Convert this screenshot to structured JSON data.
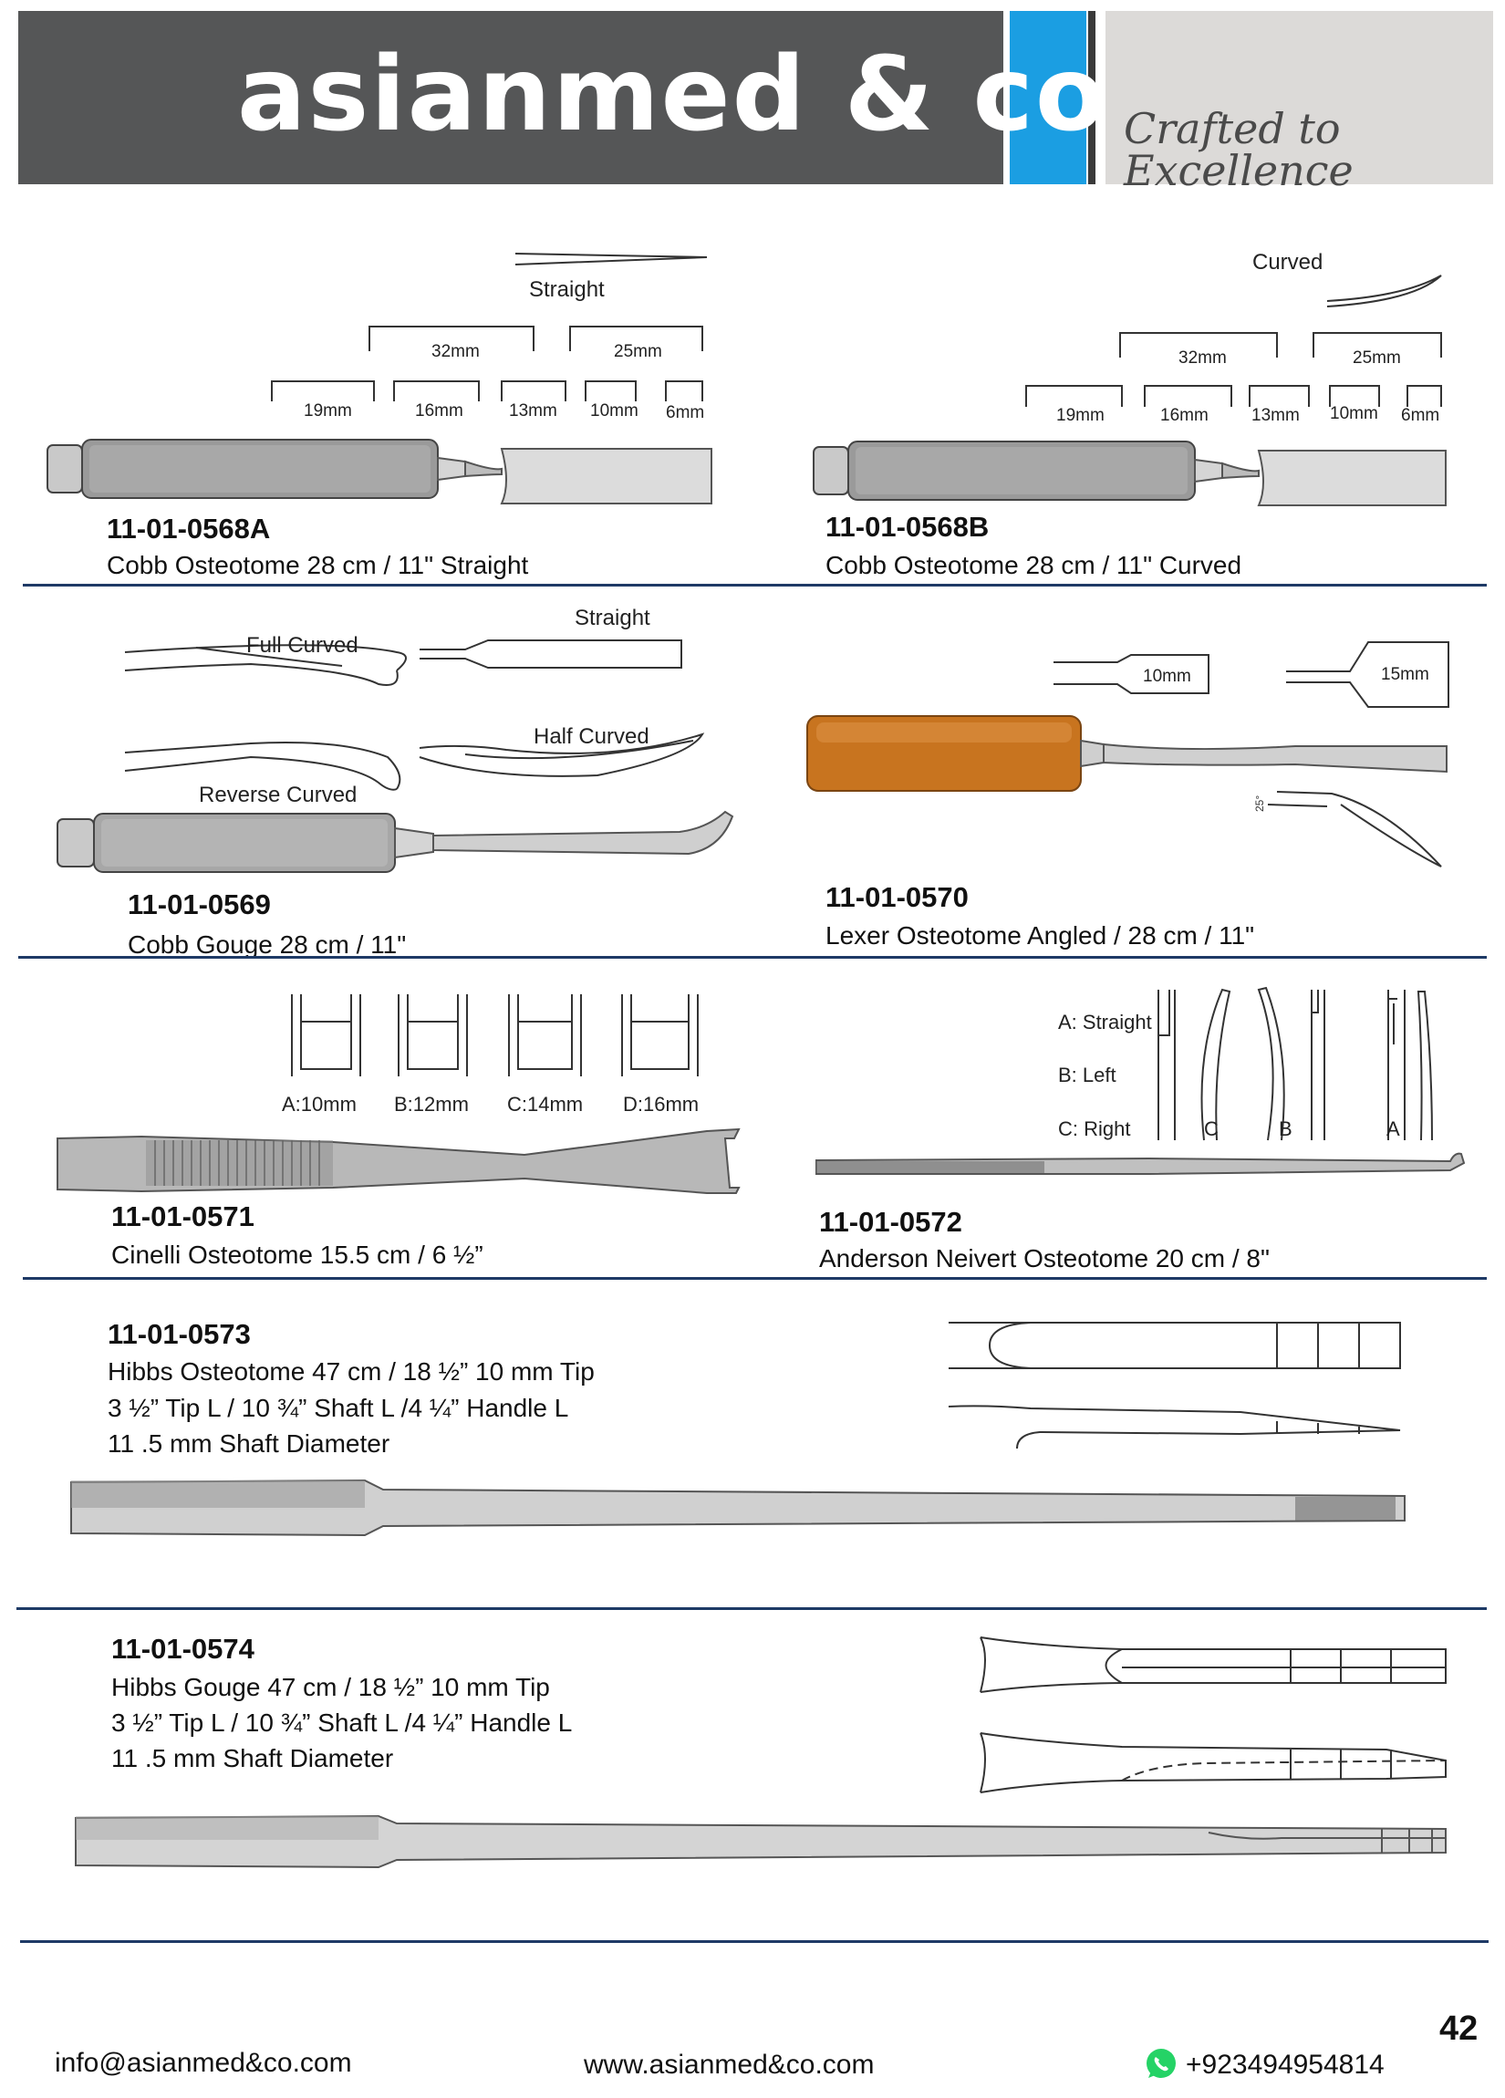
{
  "header": {
    "brand": "asianmed & co",
    "tagline": "Crafted to Excellence"
  },
  "products": [
    {
      "code": "11-01-0568A",
      "desc": "Cobb Osteotome 28 cm / 11\" Straight",
      "labels": [
        "Straight",
        "32mm",
        "25mm",
        "19mm",
        "16mm",
        "13mm",
        "10mm",
        "6mm"
      ]
    },
    {
      "code": "11-01-0568B",
      "desc": "Cobb Osteotome 28 cm / 11\" Curved",
      "labels": [
        "Curved",
        "32mm",
        "25mm",
        "19mm",
        "16mm",
        "13mm",
        "10mm",
        "6mm"
      ]
    },
    {
      "code": "11-01-0569",
      "desc": "Cobb Gouge 28 cm / 11\"",
      "labels": [
        "Full Curved",
        "Straight",
        "Half Curved",
        "Reverse Curved"
      ]
    },
    {
      "code": "11-01-0570",
      "desc": "Lexer Osteotome Angled / 28 cm / 11\"",
      "labels": [
        "10mm",
        "15mm"
      ]
    },
    {
      "code": "11-01-0571",
      "desc": "Cinelli Osteotome 15.5 cm / 6 ½”",
      "labels": [
        "A:10mm",
        "B:12mm",
        "C:14mm",
        "D:16mm"
      ]
    },
    {
      "code": "11-01-0572",
      "desc": "Anderson Neivert Osteotome 20 cm / 8\"",
      "labels": [
        "A: Straight",
        "B: Left",
        "C: Right",
        "C",
        "B",
        "A"
      ]
    },
    {
      "code": "11-01-0573",
      "lines": [
        "Hibbs Osteotome 47 cm / 18 ½” 10 mm Tip",
        "3 ½” Tip L / 10 ¾” Shaft L /4 ¼” Handle L",
        "11 .5 mm Shaft Diameter"
      ]
    },
    {
      "code": "11-01-0574",
      "lines": [
        "Hibbs Gouge 47 cm / 18 ½” 10 mm Tip",
        "3 ½” Tip L / 10 ¾” Shaft L /4 ¼” Handle L",
        "11 .5 mm Shaft Diameter"
      ]
    }
  ],
  "footer": {
    "email": "info@asianmed&co.com",
    "website": "www.asianmed&co.com",
    "phone": "+923494954814",
    "page_number": "42"
  },
  "colors": {
    "header_dark": "#555657",
    "header_blue": "#1b9ee2",
    "separator": "#1e3a66",
    "whatsapp_green": "#25d366",
    "handle_orange": "#c8741f"
  }
}
